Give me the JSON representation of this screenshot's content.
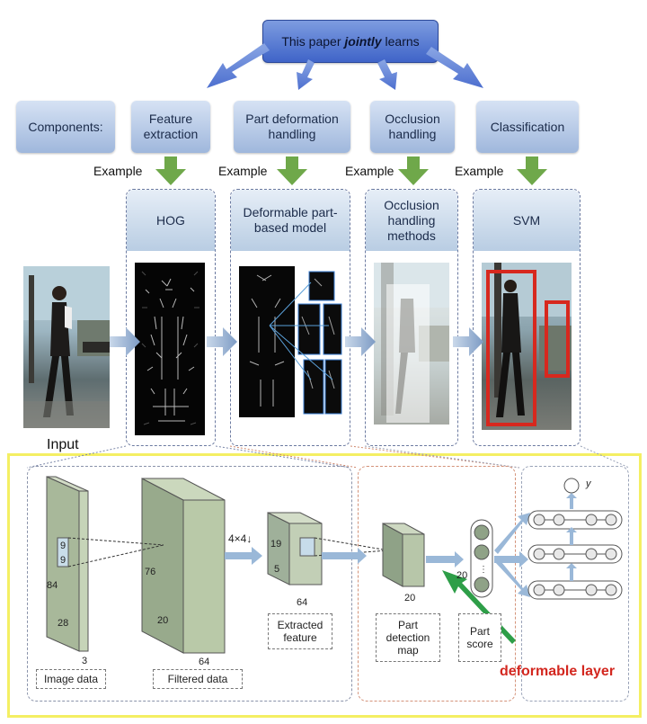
{
  "top": {
    "prefix": "This paper ",
    "emph": "jointly",
    "suffix": " learns"
  },
  "components_label": "Components:",
  "components": [
    {
      "name": "Feature extraction",
      "example": "Example",
      "method": "HOG"
    },
    {
      "name": "Part deformation handling",
      "example": "Example",
      "method": "Deformable part-based model"
    },
    {
      "name": "Occlusion handling",
      "example": "Example",
      "method": "Occlusion handling methods"
    },
    {
      "name": "Classification",
      "example": "Example",
      "method": "SVM"
    }
  ],
  "input_label": "Input",
  "bottom": {
    "image_data": "Image data",
    "filtered_data": "Filtered data",
    "extracted_feature": "Extracted feature",
    "part_detection_map": "Part detection map",
    "part_score": "Part score",
    "deformable_layer": "deformable layer",
    "pool_label": "4×4↓",
    "dims": {
      "d9a": "9",
      "d9b": "9",
      "d84": "84",
      "d28": "28",
      "d3": "3",
      "d76": "76",
      "d20a": "20",
      "d64a": "64",
      "d19": "19",
      "d5": "5",
      "d64b": "64",
      "d20b": "20",
      "d20c": "20",
      "y": "y"
    }
  },
  "colors": {
    "accent_green": "#2e9e48",
    "red_text": "#d3271f",
    "yellow_border": "#f4ef63",
    "arrow_blue": "#8fb1d4"
  }
}
